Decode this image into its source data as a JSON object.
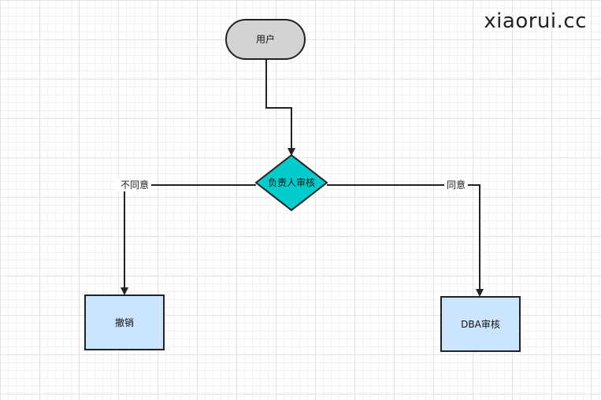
{
  "watermark": "xiaorui.cc",
  "nodes": {
    "user": {
      "label": "用户"
    },
    "review": {
      "label": "负责人审核"
    },
    "revoke": {
      "label": "撤销"
    },
    "dba": {
      "label": "DBA审核"
    }
  },
  "edges": {
    "reject": {
      "label": "不同意"
    },
    "approve": {
      "label": "同意"
    }
  },
  "colors": {
    "user_fill": "#d3d3d3",
    "review_fill": "#00cccc",
    "box_fill": "#cce5ff",
    "stroke": "#222222"
  }
}
